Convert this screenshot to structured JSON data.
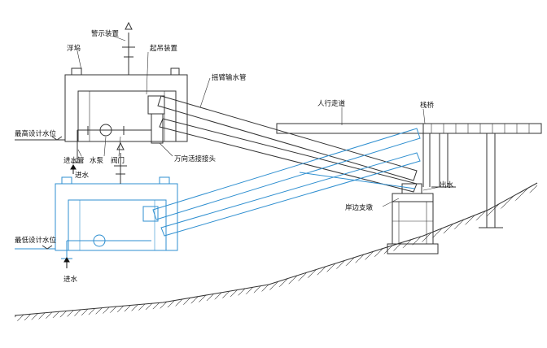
{
  "labels": {
    "warning_device": "警示装置",
    "pontoon": "浮坞",
    "lifting_device": "起吊装置",
    "swivel_pipe": "摇臂输水管",
    "walkway": "人行走道",
    "trestle": "栈桥",
    "max_water_level": "最高设计水位",
    "inlet_pipe": "进水管",
    "pump": "水泵",
    "valve": "阀门",
    "universal_joint": "万向活接接头",
    "outlet": "出水",
    "shore_support": "岸边支墩",
    "min_water_level": "最低设计水位",
    "inlet_top": "进水",
    "inlet_bottom": "进水"
  },
  "colors": {
    "high_position": "#333333",
    "low_position": "#2f8fd0"
  }
}
